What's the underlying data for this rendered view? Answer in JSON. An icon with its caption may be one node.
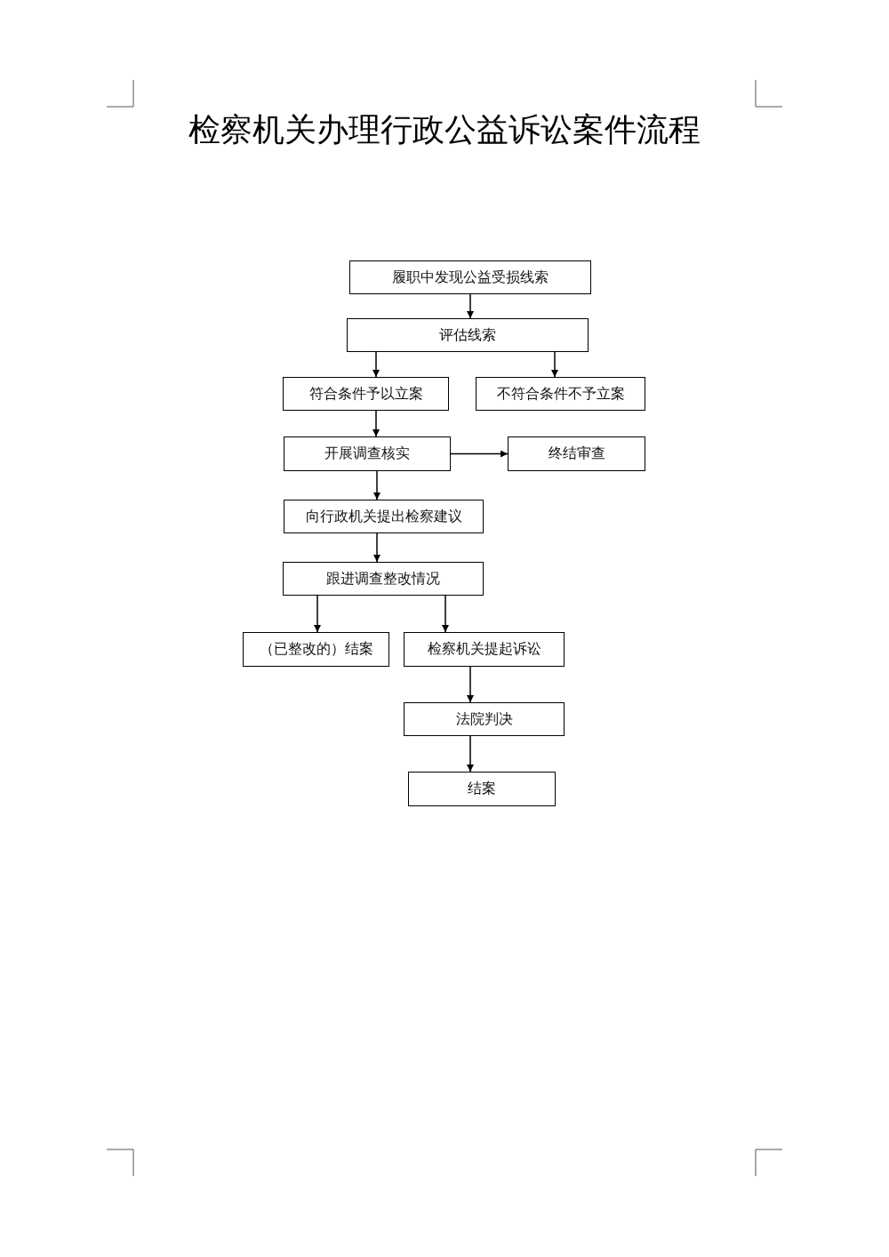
{
  "diagram": {
    "title": "检察机关办理行政公益诉讼案件流程",
    "nodes": [
      {
        "text": [
          "履职中发现公益受损线索"
        ]
      },
      {
        "text": [
          "评估线索"
        ]
      },
      {
        "text": [
          "符合条件予以立案"
        ]
      },
      {
        "text": [
          "不符合条件不予立案"
        ]
      },
      {
        "text": [
          "开展调查核实"
        ]
      },
      {
        "text": [
          "终结审查"
        ]
      },
      {
        "text": [
          "向行政机关提出检察建议"
        ]
      },
      {
        "text": [
          "跟进调查整改情况"
        ]
      },
      {
        "text": [
          "（已整改的）结案"
        ]
      },
      {
        "text": [
          "检察机关提起诉讼"
        ]
      },
      {
        "text": [
          "法院判决"
        ]
      },
      {
        "text": [
          "结案"
        ]
      }
    ],
    "edges": [
      {
        "from": 0,
        "to": 1,
        "arrow": "to"
      },
      {
        "from": 1,
        "to": 2,
        "arrow": "to"
      },
      {
        "from": 1,
        "to": 3,
        "arrow": "to"
      },
      {
        "from": 2,
        "to": 4,
        "arrow": "to"
      },
      {
        "from": 4,
        "to": 5,
        "arrow": "to"
      },
      {
        "from": 4,
        "to": 6,
        "arrow": "to"
      },
      {
        "from": 6,
        "to": 7,
        "arrow": "to"
      },
      {
        "from": 7,
        "to": 8,
        "arrow": "to"
      },
      {
        "from": 7,
        "to": 9,
        "arrow": "to"
      },
      {
        "from": 9,
        "to": 10,
        "arrow": "to"
      },
      {
        "from": 10,
        "to": 11,
        "arrow": "to"
      }
    ]
  }
}
